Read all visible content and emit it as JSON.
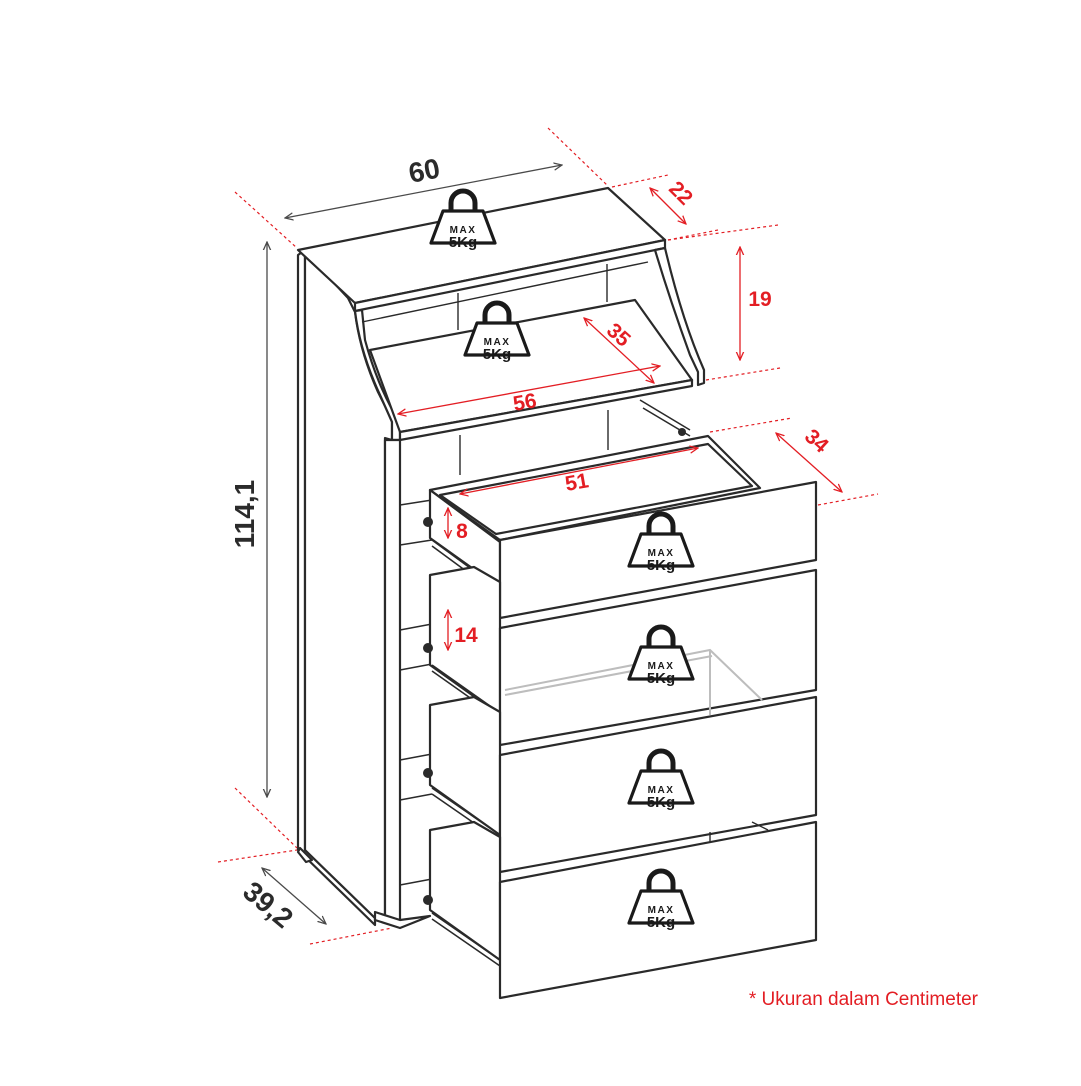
{
  "dimensions": {
    "width": "60",
    "height": "114,1",
    "depth": "39,2",
    "top_depth": "22",
    "shelf_height": "19",
    "shelf_depth": "35",
    "shelf_width": "56",
    "drawer_depth": "34",
    "drawer_width": "51",
    "drawer_height_top": "8",
    "drawer_height_other": "14"
  },
  "weight_badges": [
    {
      "max": "MAX",
      "load": "5Kg"
    },
    {
      "max": "MAX",
      "load": "5Kg"
    },
    {
      "max": "MAX",
      "load": "5Kg"
    },
    {
      "max": "MAX",
      "load": "5Kg"
    },
    {
      "max": "MAX",
      "load": "5Kg"
    },
    {
      "max": "MAX",
      "load": "5Kg"
    }
  ],
  "note": "* Ukuran dalam Centimeter",
  "colors": {
    "accent": "#e31e24",
    "ink": "#2a2a2a"
  }
}
